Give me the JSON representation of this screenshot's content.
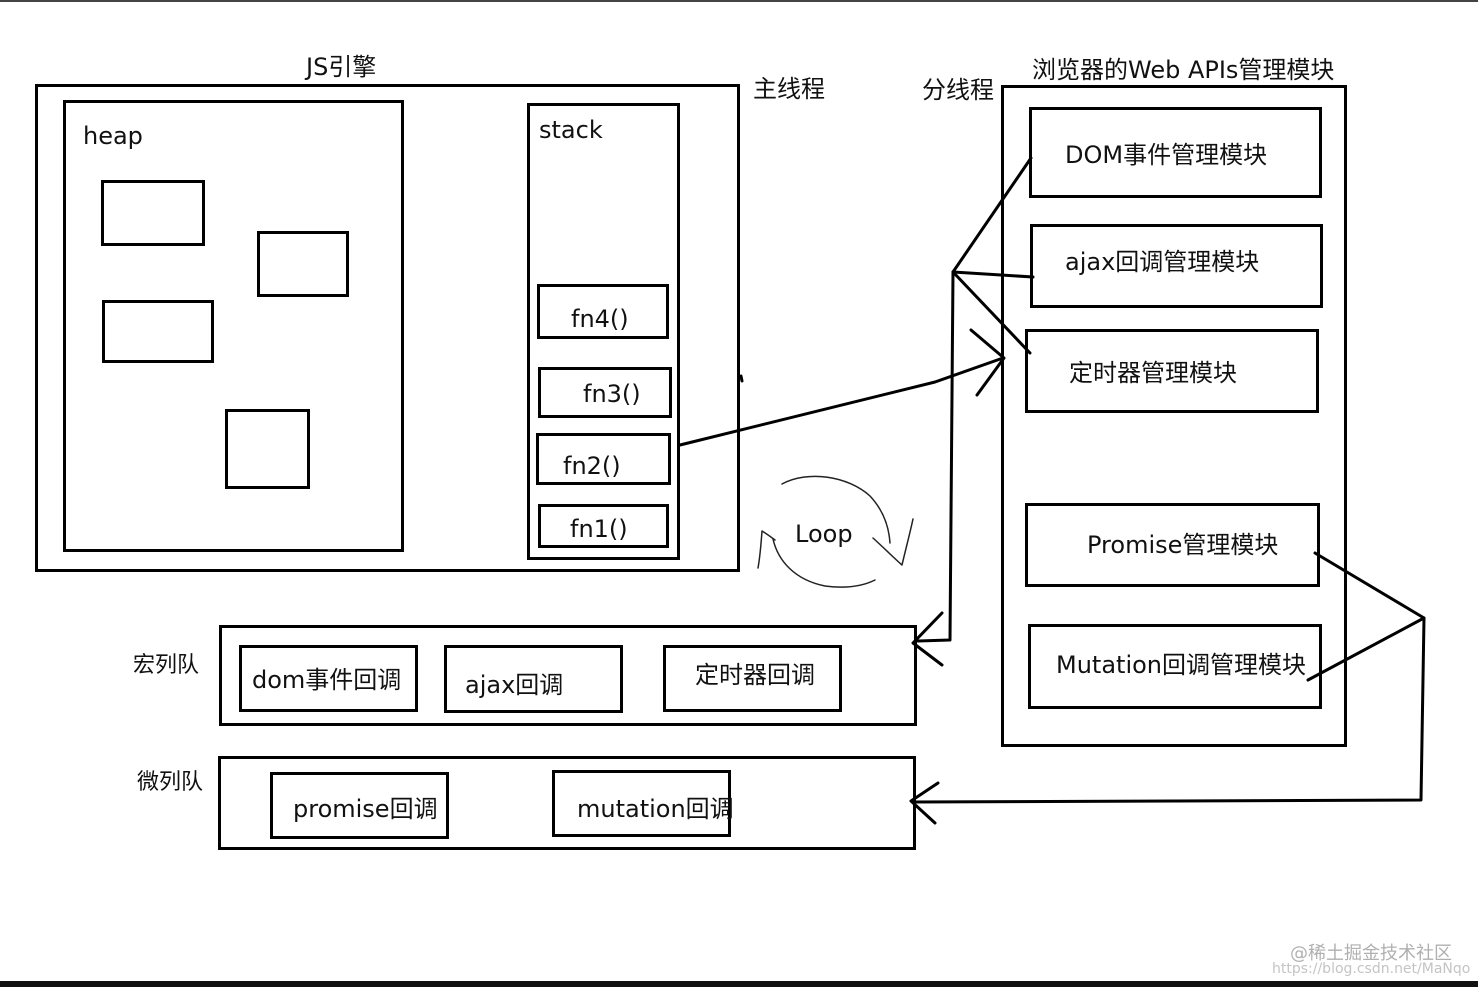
{
  "js_engine": {
    "title": "JS引擎",
    "heap_label": "heap",
    "stack_label": "stack",
    "stack_frames": [
      "fn4()",
      "fn3()",
      "fn2()",
      "fn1()"
    ]
  },
  "main_thread_label": "主线程",
  "side_thread_label": "分线程",
  "web_apis": {
    "title": "浏览器的Web APIs管理模块",
    "modules": [
      "DOM事件管理模块",
      "ajax回调管理模块",
      "定时器管理模块",
      "Promise管理模块",
      "Mutation回调管理模块"
    ]
  },
  "loop_label": "Loop",
  "macro_queue": {
    "label": "宏列队",
    "items": [
      "dom事件回调",
      "ajax回调",
      "定时器回调"
    ]
  },
  "micro_queue": {
    "label": "微列队",
    "items": [
      "promise回调",
      "mutation回调"
    ]
  },
  "watermark": {
    "line1": "@稀土掘金技术社区",
    "line2": "https://blog.csdn.net/MaNqo"
  }
}
